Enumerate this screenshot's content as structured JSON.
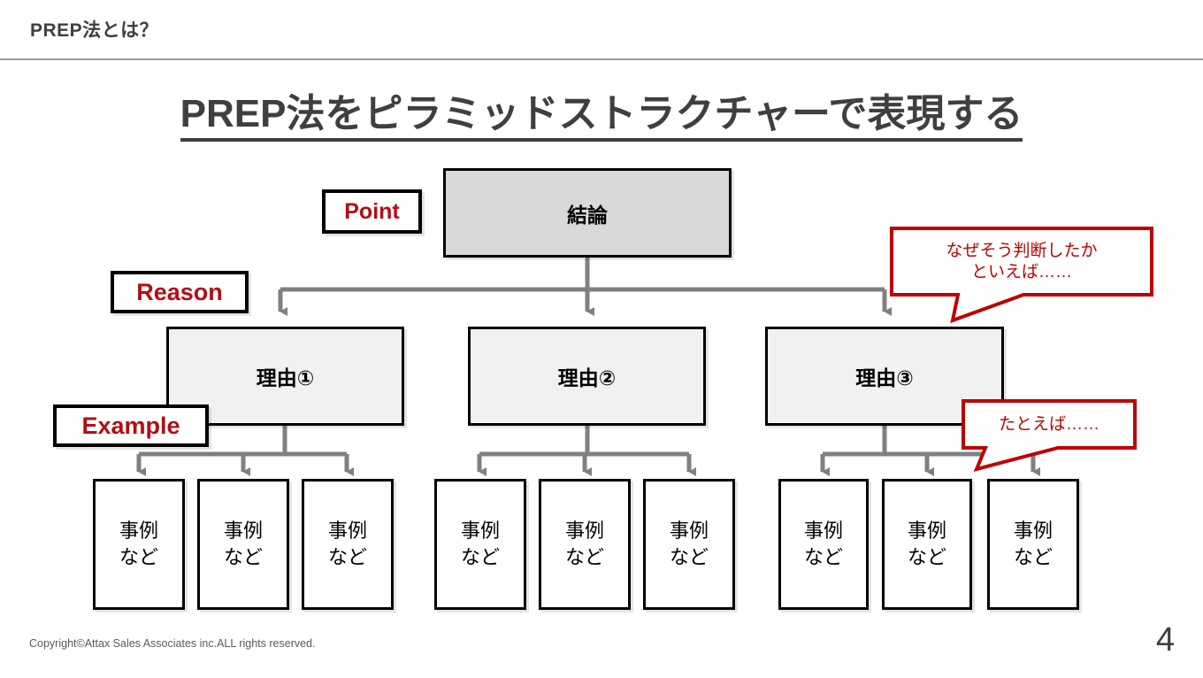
{
  "header": {
    "title": "PREP法とは？"
  },
  "main_title": "PREP法をピラミッドストラクチャーで表現する",
  "tags": [
    {
      "label": "Point",
      "color": "#b40d16"
    },
    {
      "label": "Reason",
      "color": "#b40d16"
    },
    {
      "label": "Example",
      "color": "#b40d16"
    }
  ],
  "nodes": {
    "conclusion": {
      "label": "結論",
      "fill": "#d9d9d9"
    },
    "reasons": [
      {
        "label": "理由①",
        "fill": "#f1f1f1"
      },
      {
        "label": "理由②",
        "fill": "#f1f1f1"
      },
      {
        "label": "理由③",
        "fill": "#f1f1f1"
      }
    ],
    "examples": [
      {
        "line1": "事例",
        "line2": "など"
      },
      {
        "line1": "事例",
        "line2": "など"
      },
      {
        "line1": "事例",
        "line2": "など"
      },
      {
        "line1": "事例",
        "line2": "など"
      },
      {
        "line1": "事例",
        "line2": "など"
      },
      {
        "line1": "事例",
        "line2": "など"
      },
      {
        "line1": "事例",
        "line2": "など"
      },
      {
        "line1": "事例",
        "line2": "など"
      },
      {
        "line1": "事例",
        "line2": "など"
      }
    ]
  },
  "callouts": [
    {
      "line1": "なぜそう判断したか",
      "line2": "といえば……",
      "color": "#c00000"
    },
    {
      "line1": "たとえば……",
      "line2": "",
      "color": "#c00000"
    }
  ],
  "footer": {
    "copyright": "Copyright©Attax Sales Associates inc.ALL rights reserved.",
    "page_number": "4"
  },
  "colors": {
    "accent_red": "#c00000",
    "connector_gray": "#808080",
    "border_black": "#000000",
    "title_gray": "#3f3f3f"
  }
}
